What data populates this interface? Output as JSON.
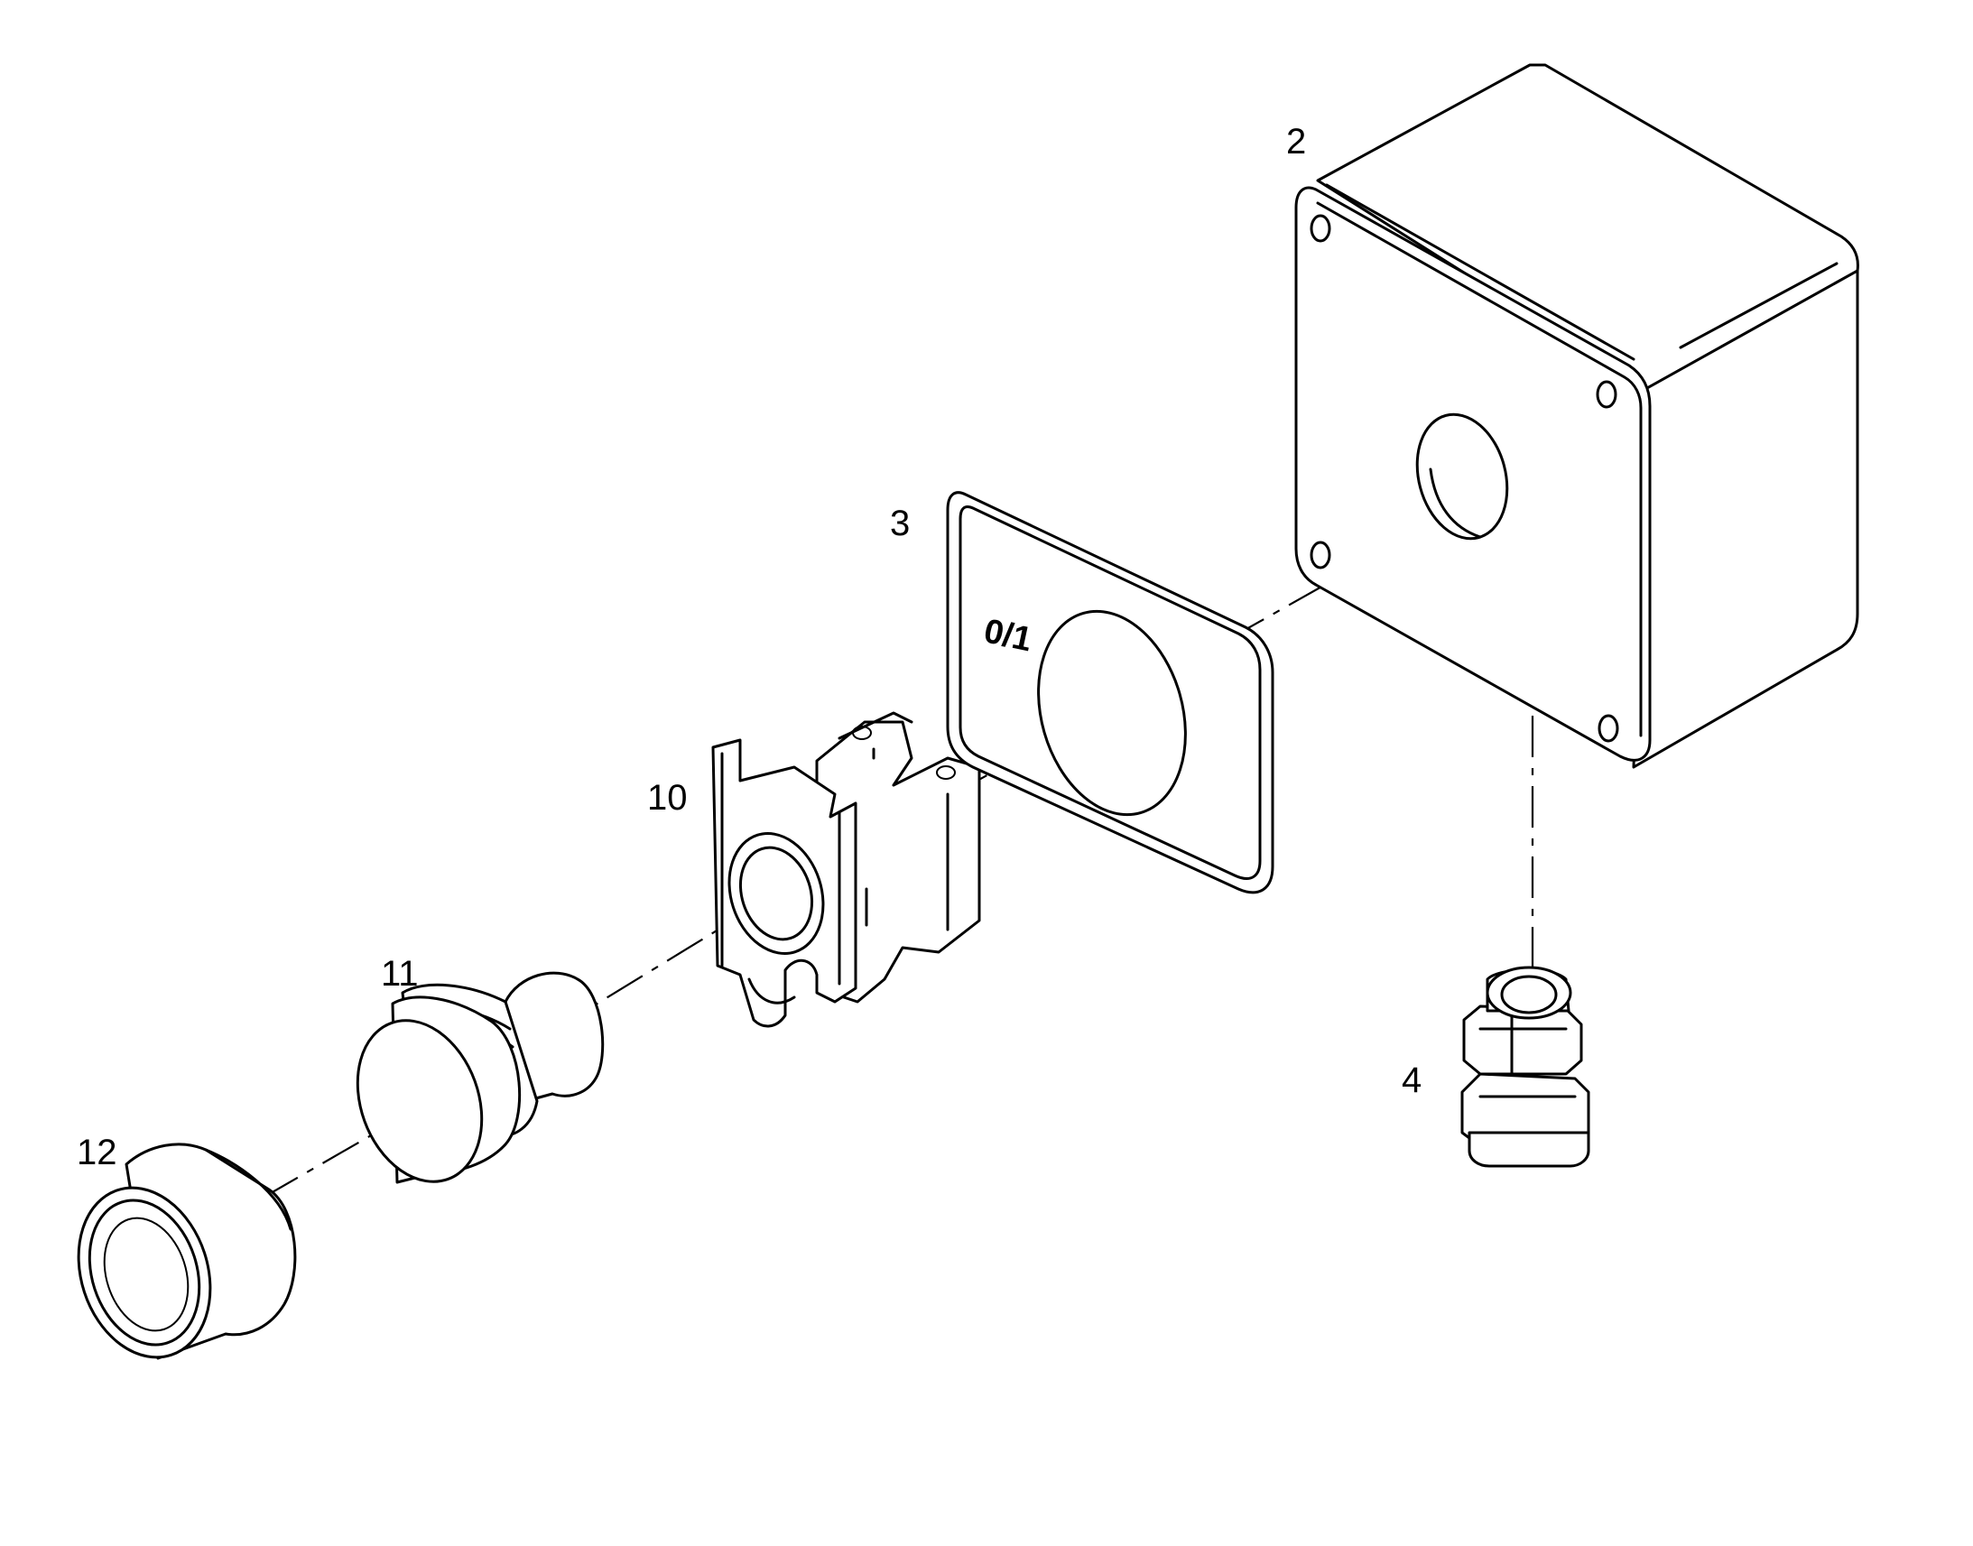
{
  "diagram": {
    "callouts": {
      "enclosure": "2",
      "legend_plate": "3",
      "cable_gland": "4",
      "contact_block": "10",
      "operator_button": "11",
      "button_cap": "12"
    },
    "legend_plate_marking": "0/1"
  }
}
